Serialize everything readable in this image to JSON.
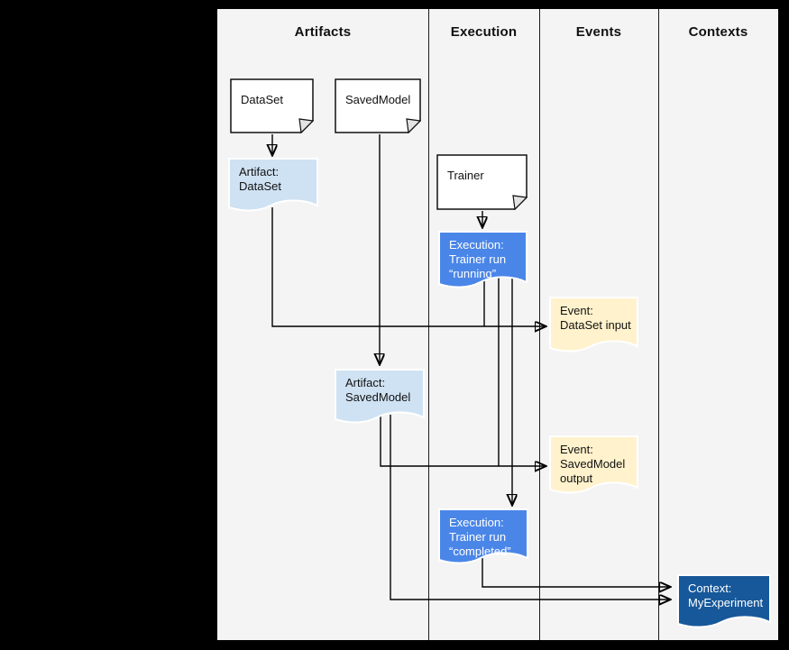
{
  "header": {
    "columns": [
      {
        "label": "Artifacts"
      },
      {
        "label": "Execution"
      },
      {
        "label": "Events"
      },
      {
        "label": "Contexts"
      }
    ]
  },
  "colors": {
    "doc_fill": "#ffffff",
    "artifact_fill": "#cfe2f3",
    "execution_fill": "#4a86e8",
    "event_fill": "#fff2cc",
    "context_fill": "#17589a",
    "fold_fill": "#e3e3e3"
  },
  "nodes": {
    "dataset": {
      "lines": [
        "DataSet"
      ]
    },
    "savedmodel": {
      "lines": [
        "SavedModel"
      ]
    },
    "trainer": {
      "lines": [
        "Trainer"
      ]
    },
    "artifact_dataset": {
      "lines": [
        "Artifact:",
        "DataSet"
      ]
    },
    "execution_running": {
      "lines": [
        "Execution:",
        "Trainer run",
        "“running”"
      ]
    },
    "event_dataset_input": {
      "lines": [
        "Event:",
        "DataSet input"
      ]
    },
    "artifact_savedmodel": {
      "lines": [
        "Artifact:",
        "SavedModel"
      ]
    },
    "event_savedmodel_output": {
      "lines": [
        "Event:",
        "SavedModel",
        "output"
      ]
    },
    "execution_completed": {
      "lines": [
        "Execution:",
        "Trainer run",
        "“completed”"
      ]
    },
    "context_myexperiment": {
      "lines": [
        "Context:",
        "MyExperiment"
      ]
    }
  }
}
